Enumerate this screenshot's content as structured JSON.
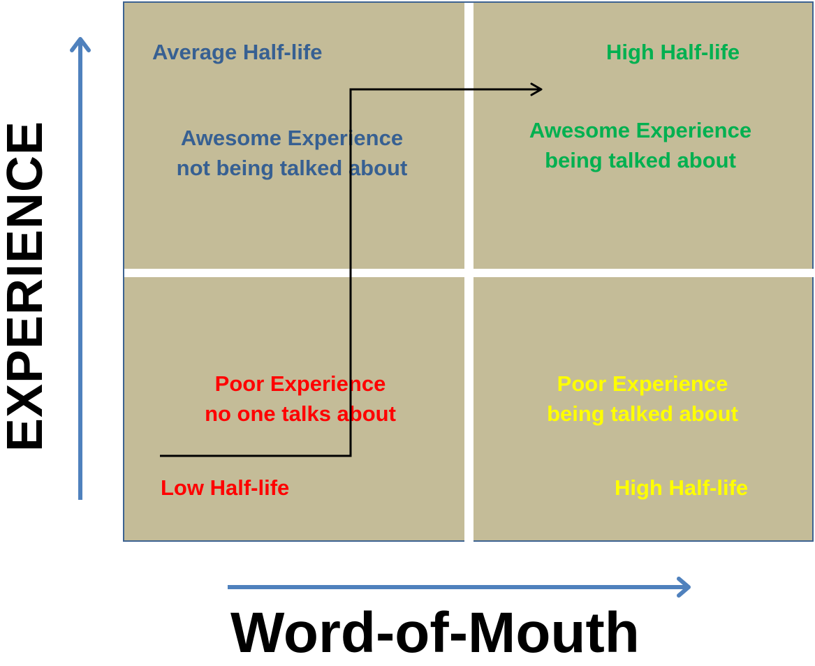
{
  "diagram": {
    "title": "Experience vs Word-of-Mouth matrix",
    "axes": {
      "y_label": "EXPERIENCE",
      "x_label": "Word-of-Mouth",
      "arrow_color": "#4f81bd"
    },
    "background_color": "#c4bc98",
    "border_color": "#3c6291",
    "quadrants": {
      "top_left": {
        "half_life": "Average Half-life",
        "line1": "Awesome Experience",
        "line2": "not being talked about",
        "color": "#376092"
      },
      "top_right": {
        "half_life": "High Half-life",
        "line1": "Awesome Experience",
        "line2": "being talked about",
        "color": "#00b050"
      },
      "bottom_left": {
        "half_life": "Low Half-life",
        "line1": "Poor Experience",
        "line2": "no one talks about",
        "color": "#ff0000"
      },
      "bottom_right": {
        "half_life": "High Half-life",
        "line1": "Poor Experience",
        "line2": "being talked about",
        "color": "#ffff00"
      }
    },
    "path_arrow": {
      "description": "Black path from bottom-left quadrant rising to top-right quadrant",
      "color": "#000000"
    }
  }
}
